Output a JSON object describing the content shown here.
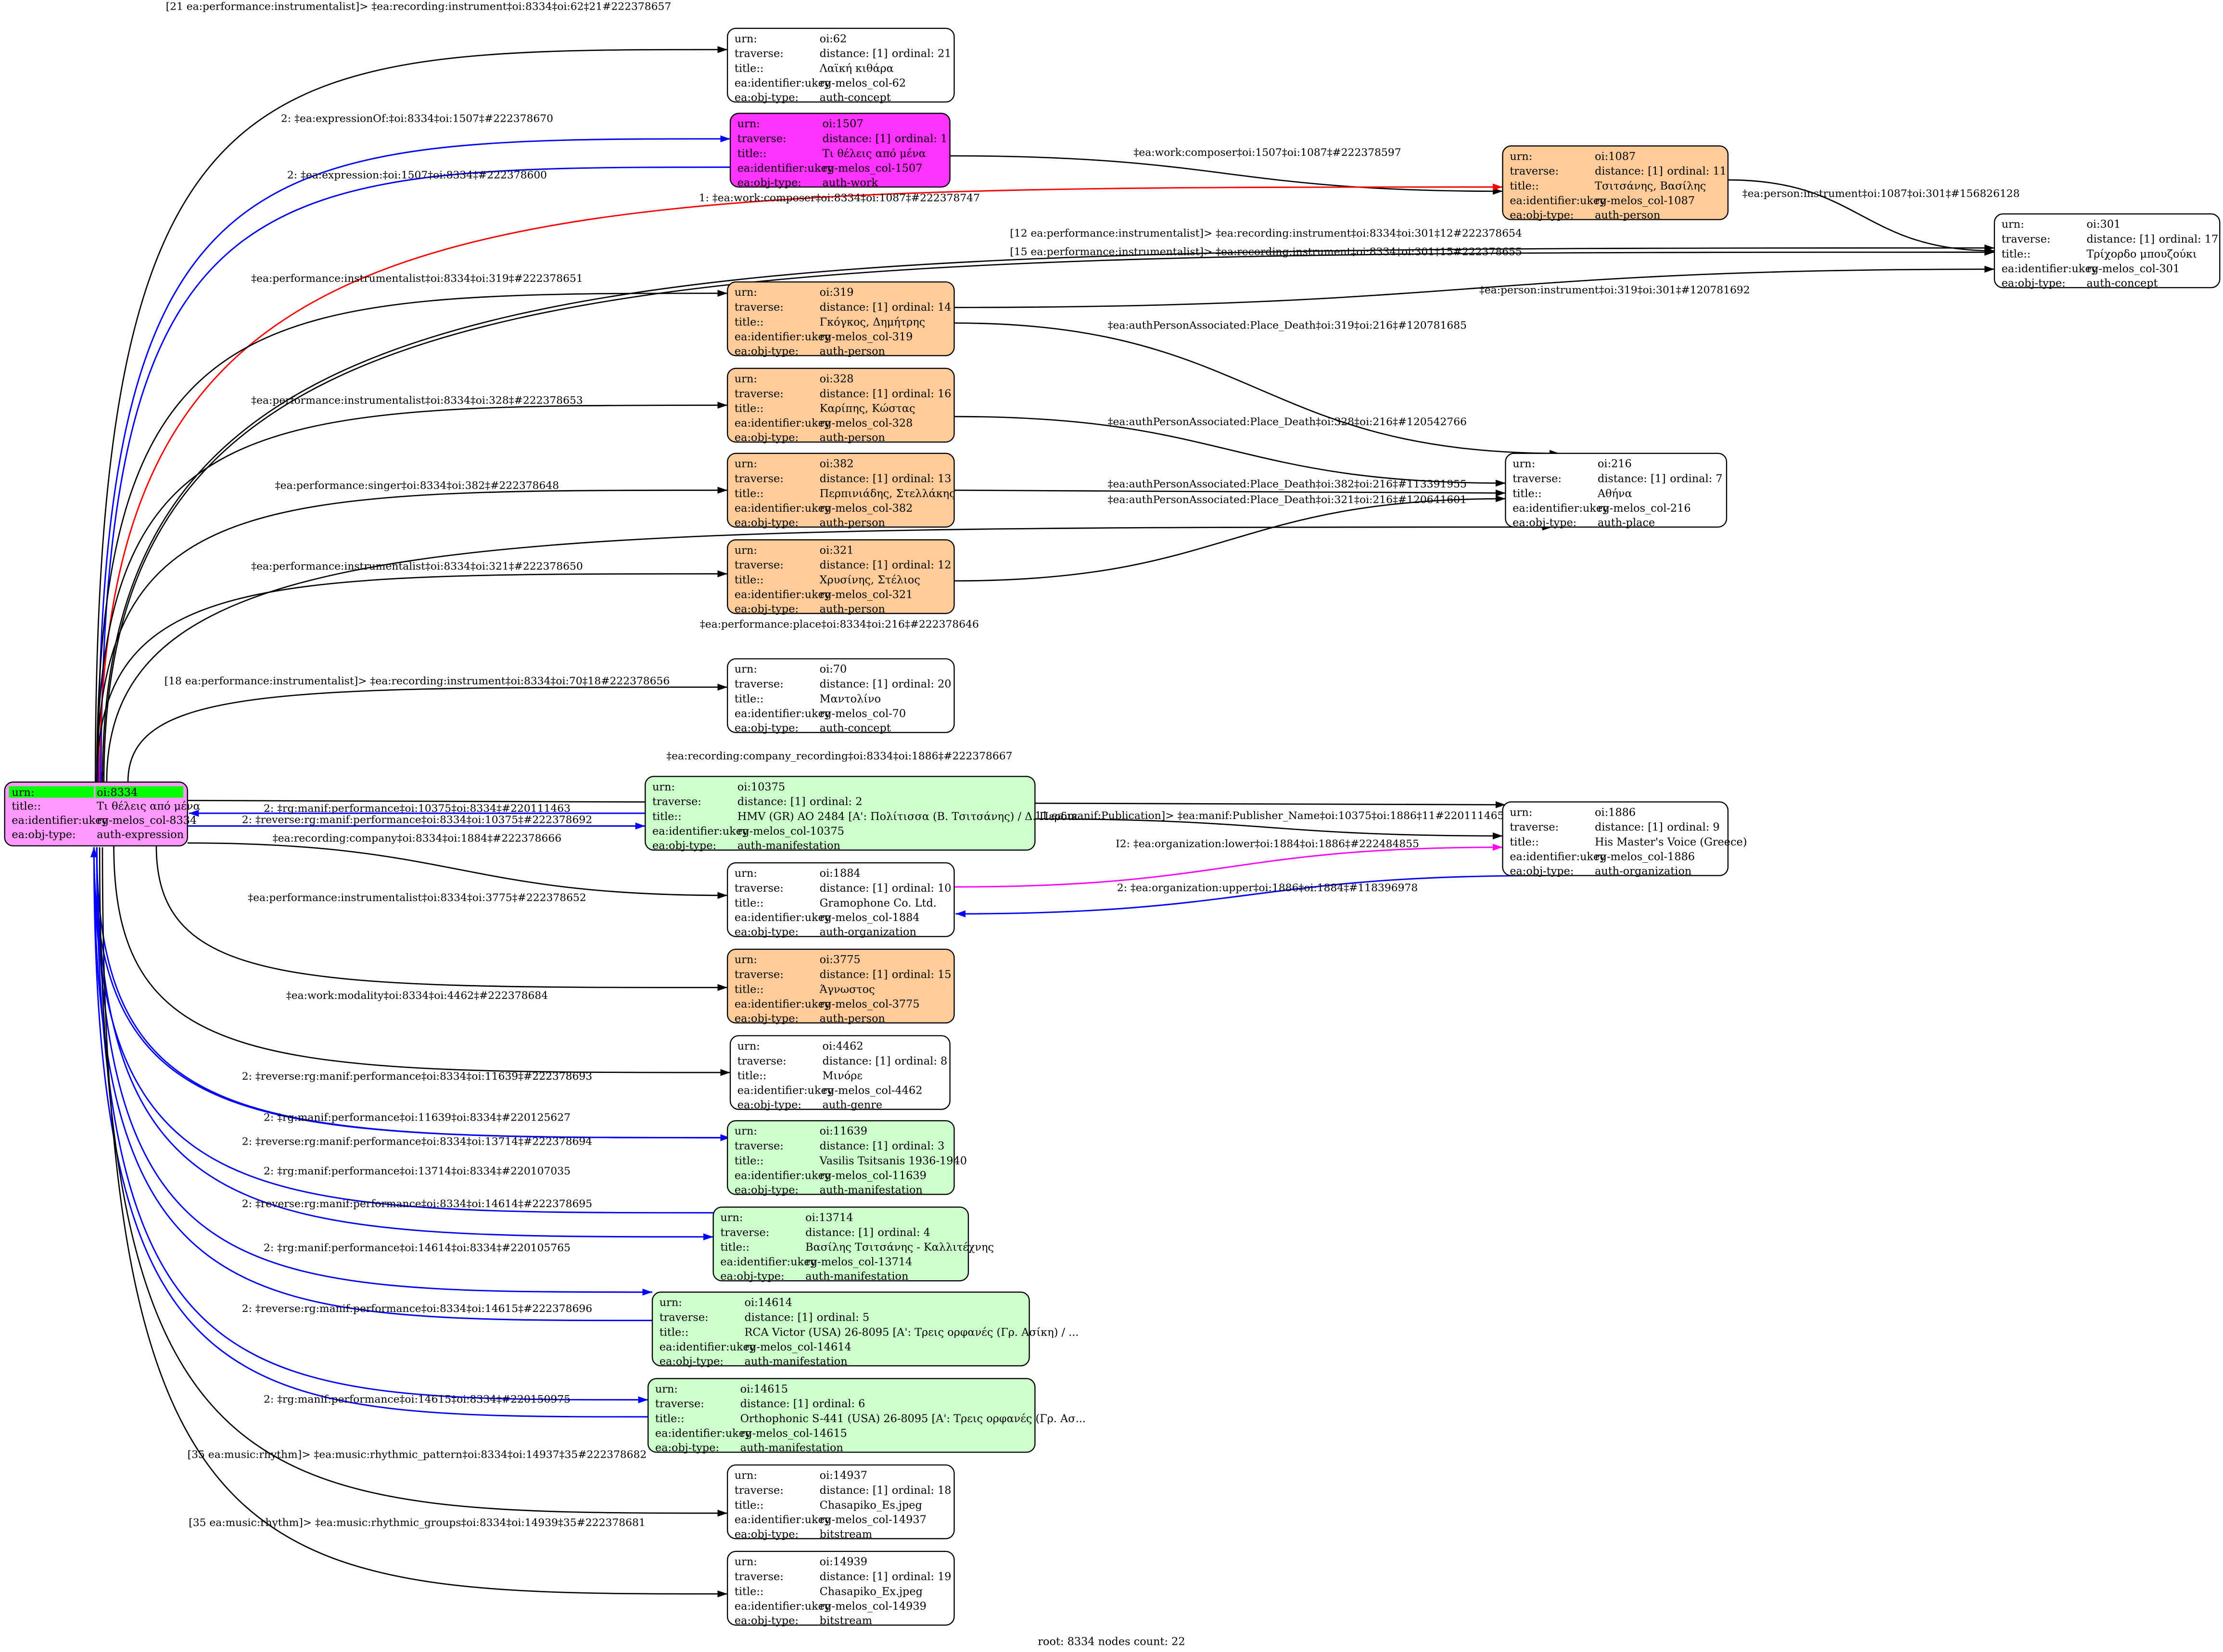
{
  "row_labels": {
    "urn": "urn:",
    "traverse": "traverse:",
    "title": "title::",
    "ukey": "ea:identifier:ukey",
    "objtype": "ea:obj-type:"
  },
  "colors": {
    "root": "#ff99ff",
    "root_urn_highlight": "#00ff00",
    "work": "#ff33ff",
    "person": "#ffcc99",
    "manifestation": "#ccffcc",
    "plain": "#ffffff",
    "edge_black": "#000000",
    "edge_blue": "#0000ff",
    "edge_red": "#ff0000",
    "edge_magenta": "#ff00ff"
  },
  "nodes": [
    {
      "id": "8334",
      "urn": "oi:8334",
      "title": "Τι θέλεις από μένα",
      "ukey": "rg-melos_col-8334",
      "objtype": "auth-expression",
      "fill": "#ff99ff"
    },
    {
      "id": "62",
      "urn": "oi:62",
      "distance": "distance: [1]",
      "ordinal": "ordinal: 21",
      "title": "Λαϊκή κιθάρα",
      "ukey": "rg-melos_col-62",
      "objtype": "auth-concept",
      "fill": "#ffffff"
    },
    {
      "id": "1507",
      "urn": "oi:1507",
      "distance": "distance: [1]",
      "ordinal": "ordinal: 1",
      "title": "Τι θέλεις από μένα",
      "ukey": "rg-melos_col-1507",
      "objtype": "auth-work",
      "fill": "#ff33ff"
    },
    {
      "id": "1087",
      "urn": "oi:1087",
      "distance": "distance: [1]",
      "ordinal": "ordinal: 11",
      "title": "Τσιτσάνης, Βασίλης",
      "ukey": "rg-melos_col-1087",
      "objtype": "auth-person",
      "fill": "#ffcc99"
    },
    {
      "id": "301",
      "urn": "oi:301",
      "distance": "distance: [1]",
      "ordinal": "ordinal: 17",
      "title": "Τρίχορδο μπουζούκι",
      "ukey": "rg-melos_col-301",
      "objtype": "auth-concept",
      "fill": "#ffffff"
    },
    {
      "id": "319",
      "urn": "oi:319",
      "distance": "distance: [1]",
      "ordinal": "ordinal: 14",
      "title": "Γκόγκος, Δημήτρης",
      "ukey": "rg-melos_col-319",
      "objtype": "auth-person",
      "fill": "#ffcc99"
    },
    {
      "id": "328",
      "urn": "oi:328",
      "distance": "distance: [1]",
      "ordinal": "ordinal: 16",
      "title": "Καρίπης, Κώστας",
      "ukey": "rg-melos_col-328",
      "objtype": "auth-person",
      "fill": "#ffcc99"
    },
    {
      "id": "382",
      "urn": "oi:382",
      "distance": "distance: [1]",
      "ordinal": "ordinal: 13",
      "title": "Περπινιάδης, Στελλάκης",
      "ukey": "rg-melos_col-382",
      "objtype": "auth-person",
      "fill": "#ffcc99"
    },
    {
      "id": "321",
      "urn": "oi:321",
      "distance": "distance: [1]",
      "ordinal": "ordinal: 12",
      "title": "Χρυσίνης, Στέλιος",
      "ukey": "rg-melos_col-321",
      "objtype": "auth-person",
      "fill": "#ffcc99"
    },
    {
      "id": "216",
      "urn": "oi:216",
      "distance": "distance: [1]",
      "ordinal": "ordinal: 7",
      "title": "Αθήνα",
      "ukey": "rg-melos_col-216",
      "objtype": "auth-place",
      "fill": "#ffffff"
    },
    {
      "id": "70",
      "urn": "oi:70",
      "distance": "distance: [1]",
      "ordinal": "ordinal: 20",
      "title": "Μαντολίνο",
      "ukey": "rg-melos_col-70",
      "objtype": "auth-concept",
      "fill": "#ffffff"
    },
    {
      "id": "10375",
      "urn": "oi:10375",
      "distance": "distance: [1]",
      "ordinal": "ordinal: 2",
      "title": "HMV (GR) AO 2484 [A': Πολίτισσα (Β. Τσιτσάνης) / Δ. Περδικ...",
      "ukey": "rg-melos_col-10375",
      "objtype": "auth-manifestation",
      "fill": "#ccffcc"
    },
    {
      "id": "1886",
      "urn": "oi:1886",
      "distance": "distance: [1]",
      "ordinal": "ordinal: 9",
      "title": "His Master's Voice (Greece)",
      "ukey": "rg-melos_col-1886",
      "objtype": "auth-organization",
      "fill": "#ffffff"
    },
    {
      "id": "1884",
      "urn": "oi:1884",
      "distance": "distance: [1]",
      "ordinal": "ordinal: 10",
      "title": "Gramophone Co. Ltd.",
      "ukey": "rg-melos_col-1884",
      "objtype": "auth-organization",
      "fill": "#ffffff"
    },
    {
      "id": "3775",
      "urn": "oi:3775",
      "distance": "distance: [1]",
      "ordinal": "ordinal: 15",
      "title": "Άγνωστος",
      "ukey": "rg-melos_col-3775",
      "objtype": "auth-person",
      "fill": "#ffcc99"
    },
    {
      "id": "4462",
      "urn": "oi:4462",
      "distance": "distance: [1]",
      "ordinal": "ordinal: 8",
      "title": "Μινόρε",
      "ukey": "rg-melos_col-4462",
      "objtype": "auth-genre",
      "fill": "#ffffff"
    },
    {
      "id": "11639",
      "urn": "oi:11639",
      "distance": "distance: [1]",
      "ordinal": "ordinal: 3",
      "title": "Vasilis Tsitsanis 1936-1940",
      "ukey": "rg-melos_col-11639",
      "objtype": "auth-manifestation",
      "fill": "#ccffcc"
    },
    {
      "id": "13714",
      "urn": "oi:13714",
      "distance": "distance: [1]",
      "ordinal": "ordinal: 4",
      "title": "Βασίλης Τσιτσάνης - Καλλιτέχνης",
      "ukey": "rg-melos_col-13714",
      "objtype": "auth-manifestation",
      "fill": "#ccffcc"
    },
    {
      "id": "14614",
      "urn": "oi:14614",
      "distance": "distance: [1]",
      "ordinal": "ordinal: 5",
      "title": "RCA Victor (USA) 26-8095 [A': Τρεις ορφανές (Γρ. Ασίκη) / ...",
      "ukey": "rg-melos_col-14614",
      "objtype": "auth-manifestation",
      "fill": "#ccffcc"
    },
    {
      "id": "14615",
      "urn": "oi:14615",
      "distance": "distance: [1]",
      "ordinal": "ordinal: 6",
      "title": "Orthophonic S-441 (USA) 26-8095 [A': Τρεις ορφανές (Γρ. Ασ...",
      "ukey": "rg-melos_col-14615",
      "objtype": "auth-manifestation",
      "fill": "#ccffcc"
    },
    {
      "id": "14937",
      "urn": "oi:14937",
      "distance": "distance: [1]",
      "ordinal": "ordinal: 18",
      "title": "Chasapiko_Es.jpeg",
      "ukey": "rg-melos_col-14937",
      "objtype": "bitstream",
      "fill": "#ffffff"
    },
    {
      "id": "14939",
      "urn": "oi:14939",
      "distance": "distance: [1]",
      "ordinal": "ordinal: 19",
      "title": "Chasapiko_Ex.jpeg",
      "ukey": "rg-melos_col-14939",
      "objtype": "bitstream",
      "fill": "#ffffff"
    }
  ],
  "edges": [
    {
      "label": "[21 ea:performance:instrumentalist]> ‡ea:recording:instrument‡oi:8334‡oi:62‡21#222378657",
      "color": "#000000"
    },
    {
      "label": "2: ‡ea:expressionOf:‡oi:8334‡oi:1507‡#222378670",
      "color": "#0000ff"
    },
    {
      "label": "2: ‡ea:expression:‡oi:1507‡oi:8334‡#222378600",
      "color": "#0000ff"
    },
    {
      "label": "‡ea:work:composer‡oi:1507‡oi:1087‡#222378597",
      "color": "#000000"
    },
    {
      "label": "1: ‡ea:work:composer‡oi:8334‡oi:1087‡#222378747",
      "color": "#ff0000"
    },
    {
      "label": "‡ea:person:instrument‡oi:1087‡oi:301‡#156826128",
      "color": "#000000"
    },
    {
      "label": "[12 ea:performance:instrumentalist]> ‡ea:recording:instrument‡oi:8334‡oi:301‡12#222378654",
      "color": "#000000"
    },
    {
      "label": "[15 ea:performance:instrumentalist]> ‡ea:recording:instrument‡oi:8334‡oi:301‡15#222378655",
      "color": "#000000"
    },
    {
      "label": "‡ea:performance:instrumentalist‡oi:8334‡oi:319‡#222378651",
      "color": "#000000"
    },
    {
      "label": "‡ea:person:instrument‡oi:319‡oi:301‡#120781692",
      "color": "#000000"
    },
    {
      "label": "‡ea:authPersonAssociated:Place_Death‡oi:319‡oi:216‡#120781685",
      "color": "#000000"
    },
    {
      "label": "‡ea:performance:instrumentalist‡oi:8334‡oi:328‡#222378653",
      "color": "#000000"
    },
    {
      "label": "‡ea:authPersonAssociated:Place_Death‡oi:328‡oi:216‡#120542766",
      "color": "#000000"
    },
    {
      "label": "‡ea:performance:singer‡oi:8334‡oi:382‡#222378648",
      "color": "#000000"
    },
    {
      "label": "‡ea:authPersonAssociated:Place_Death‡oi:382‡oi:216‡#113391955",
      "color": "#000000"
    },
    {
      "label": "‡ea:authPersonAssociated:Place_Death‡oi:321‡oi:216‡#120641601",
      "color": "#000000"
    },
    {
      "label": "‡ea:performance:instrumentalist‡oi:8334‡oi:321‡#222378650",
      "color": "#000000"
    },
    {
      "label": "‡ea:performance:place‡oi:8334‡oi:216‡#222378646",
      "color": "#000000"
    },
    {
      "label": "[18 ea:performance:instrumentalist]> ‡ea:recording:instrument‡oi:8334‡oi:70‡18#222378656",
      "color": "#000000"
    },
    {
      "label": "‡ea:recording:company_recording‡oi:8334‡oi:1886‡#222378667",
      "color": "#000000"
    },
    {
      "label": "2: ‡rg:manif:performance‡oi:10375‡oi:8334‡#220111463",
      "color": "#0000ff"
    },
    {
      "label": "2: ‡reverse:rg:manif:performance‡oi:8334‡oi:10375‡#222378692",
      "color": "#0000ff"
    },
    {
      "label": "[11 ea:manif:Publication]> ‡ea:manif:Publisher_Name‡oi:10375‡oi:1886‡11#220111465",
      "color": "#000000"
    },
    {
      "label": "‡ea:recording:company‡oi:8334‡oi:1884‡#222378666",
      "color": "#000000"
    },
    {
      "label": "I2: ‡ea:organization:lower‡oi:1884‡oi:1886‡#222484855",
      "color": "#ff00ff"
    },
    {
      "label": "2: ‡ea:organization:upper‡oi:1886‡oi:1884‡#118396978",
      "color": "#0000ff"
    },
    {
      "label": "‡ea:performance:instrumentalist‡oi:8334‡oi:3775‡#222378652",
      "color": "#000000"
    },
    {
      "label": "‡ea:work:modality‡oi:8334‡oi:4462‡#222378684",
      "color": "#000000"
    },
    {
      "label": "2: ‡reverse:rg:manif:performance‡oi:8334‡oi:11639‡#222378693",
      "color": "#0000ff"
    },
    {
      "label": "2: ‡rg:manif:performance‡oi:11639‡oi:8334‡#220125627",
      "color": "#0000ff"
    },
    {
      "label": "2: ‡reverse:rg:manif:performance‡oi:8334‡oi:13714‡#222378694",
      "color": "#0000ff"
    },
    {
      "label": "2: ‡rg:manif:performance‡oi:13714‡oi:8334‡#220107035",
      "color": "#0000ff"
    },
    {
      "label": "2: ‡reverse:rg:manif:performance‡oi:8334‡oi:14614‡#222378695",
      "color": "#0000ff"
    },
    {
      "label": "2: ‡rg:manif:performance‡oi:14614‡oi:8334‡#220105765",
      "color": "#0000ff"
    },
    {
      "label": "2: ‡reverse:rg:manif:performance‡oi:8334‡oi:14615‡#222378696",
      "color": "#0000ff"
    },
    {
      "label": "2: ‡rg:manif:performance‡oi:14615‡oi:8334‡#220150975",
      "color": "#0000ff"
    },
    {
      "label": "[35 ea:music:rhythm]> ‡ea:music:rhythmic_pattern‡oi:8334‡oi:14937‡35#222378682",
      "color": "#000000"
    },
    {
      "label": "[35 ea:music:rhythm]> ‡ea:music:rhythmic_groups‡oi:8334‡oi:14939‡35#222378681",
      "color": "#000000"
    }
  ],
  "footer": "root: 8334 nodes count: 22"
}
